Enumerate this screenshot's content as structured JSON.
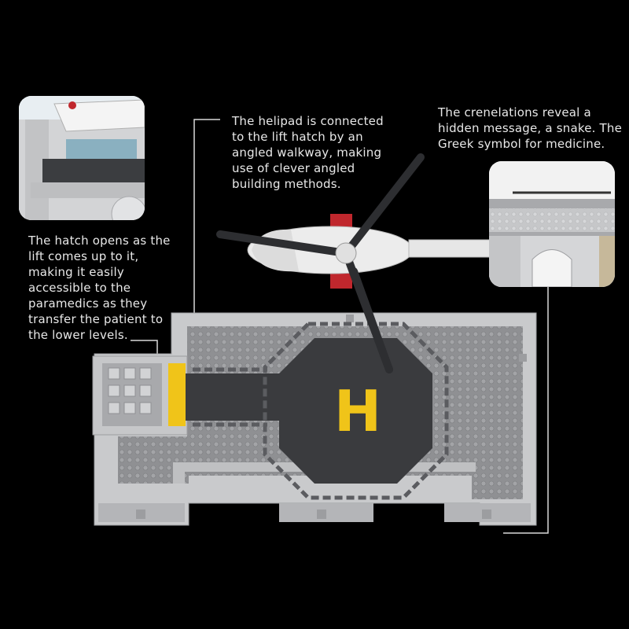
{
  "captions": {
    "hatch": [
      "The hatch opens as the",
      "lift comes up to it,",
      "making it easily",
      "accessible to the",
      "paramedics as they",
      "transfer the patient to",
      "the lower levels."
    ],
    "helipad": [
      "The helipad is connected",
      "to the lift hatch by an",
      "angled walkway, making",
      "use of clever angled",
      "building methods."
    ],
    "crenelations": [
      "The crenelations reveal a",
      "hidden message, a snake. The",
      "Greek symbol for medicine."
    ]
  },
  "helipad_marking": "H",
  "colors": {
    "background": "#000000",
    "text": "#e8e8e8",
    "baseplate": "#8f9093",
    "wall": "#c9cacc",
    "pad": "#3a3b3e",
    "marking": "#f0c419",
    "rotor_red": "#c0272d",
    "leader_line": "#d9d9d9"
  }
}
